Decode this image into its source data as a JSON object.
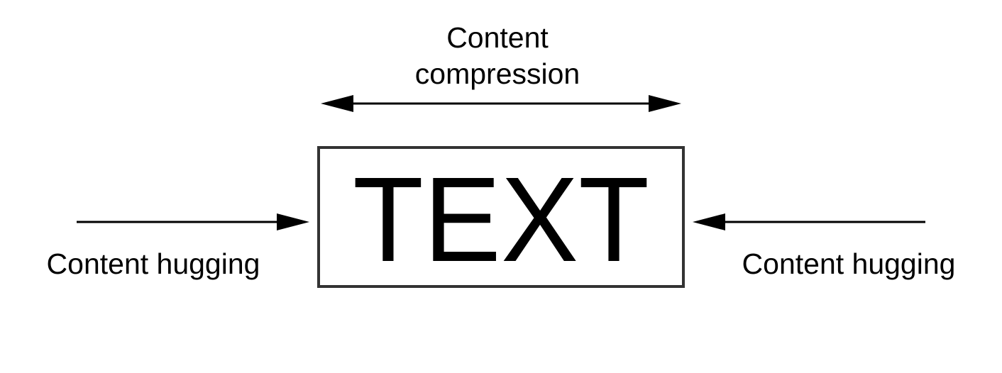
{
  "diagram": {
    "compression_label_line1": "Content",
    "compression_label_line2": "compression",
    "box_text": "TEXT",
    "hugging_left_label": "Content hugging",
    "hugging_right_label": "Content hugging",
    "colors": {
      "stroke": "#000000",
      "box_border": "#333333",
      "background": "#ffffff"
    },
    "icons": {
      "compression_arrow": "double-headed-horizontal-arrow",
      "hugging_left_arrow": "right-pointing-arrow",
      "hugging_right_arrow": "left-pointing-arrow"
    }
  }
}
